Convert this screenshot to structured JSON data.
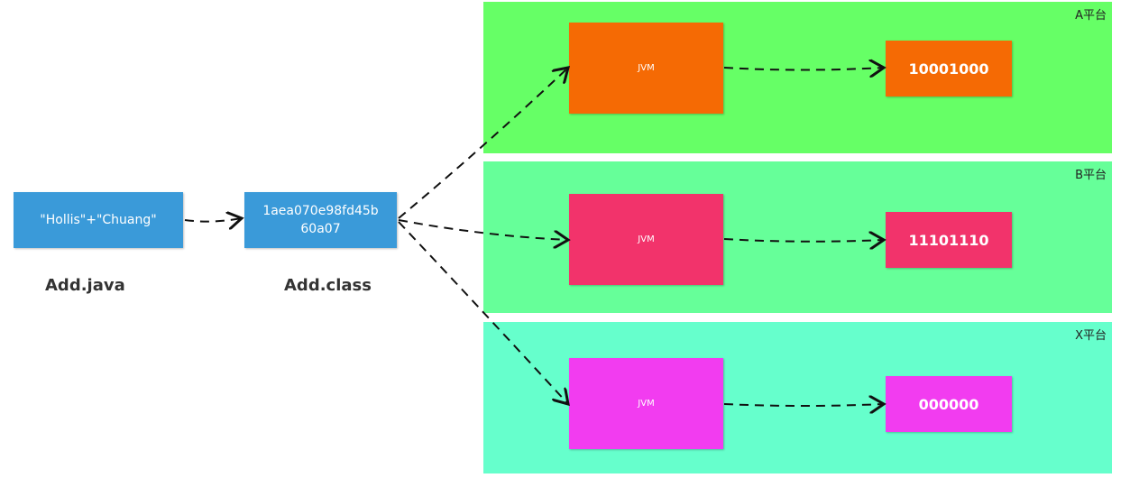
{
  "source": {
    "code": "\"Hollis\"+\"Chuang\"",
    "caption": "Add.java"
  },
  "compiled": {
    "bytecode": "1aea070e98fd45b 60a07",
    "caption": "Add.class"
  },
  "platforms": [
    {
      "label": "A平台",
      "jvm": "JVM",
      "output": "10001000",
      "panel_color": "#66ff66",
      "jvm_color": "#f56a04"
    },
    {
      "label": "B平台",
      "jvm": "JVM",
      "output": "11101110",
      "panel_color": "#66ff99",
      "jvm_color": "#f2336b"
    },
    {
      "label": "X平台",
      "jvm": "JVM",
      "output": "000000",
      "panel_color": "#66ffcc",
      "jvm_color": "#f23cf0"
    }
  ]
}
